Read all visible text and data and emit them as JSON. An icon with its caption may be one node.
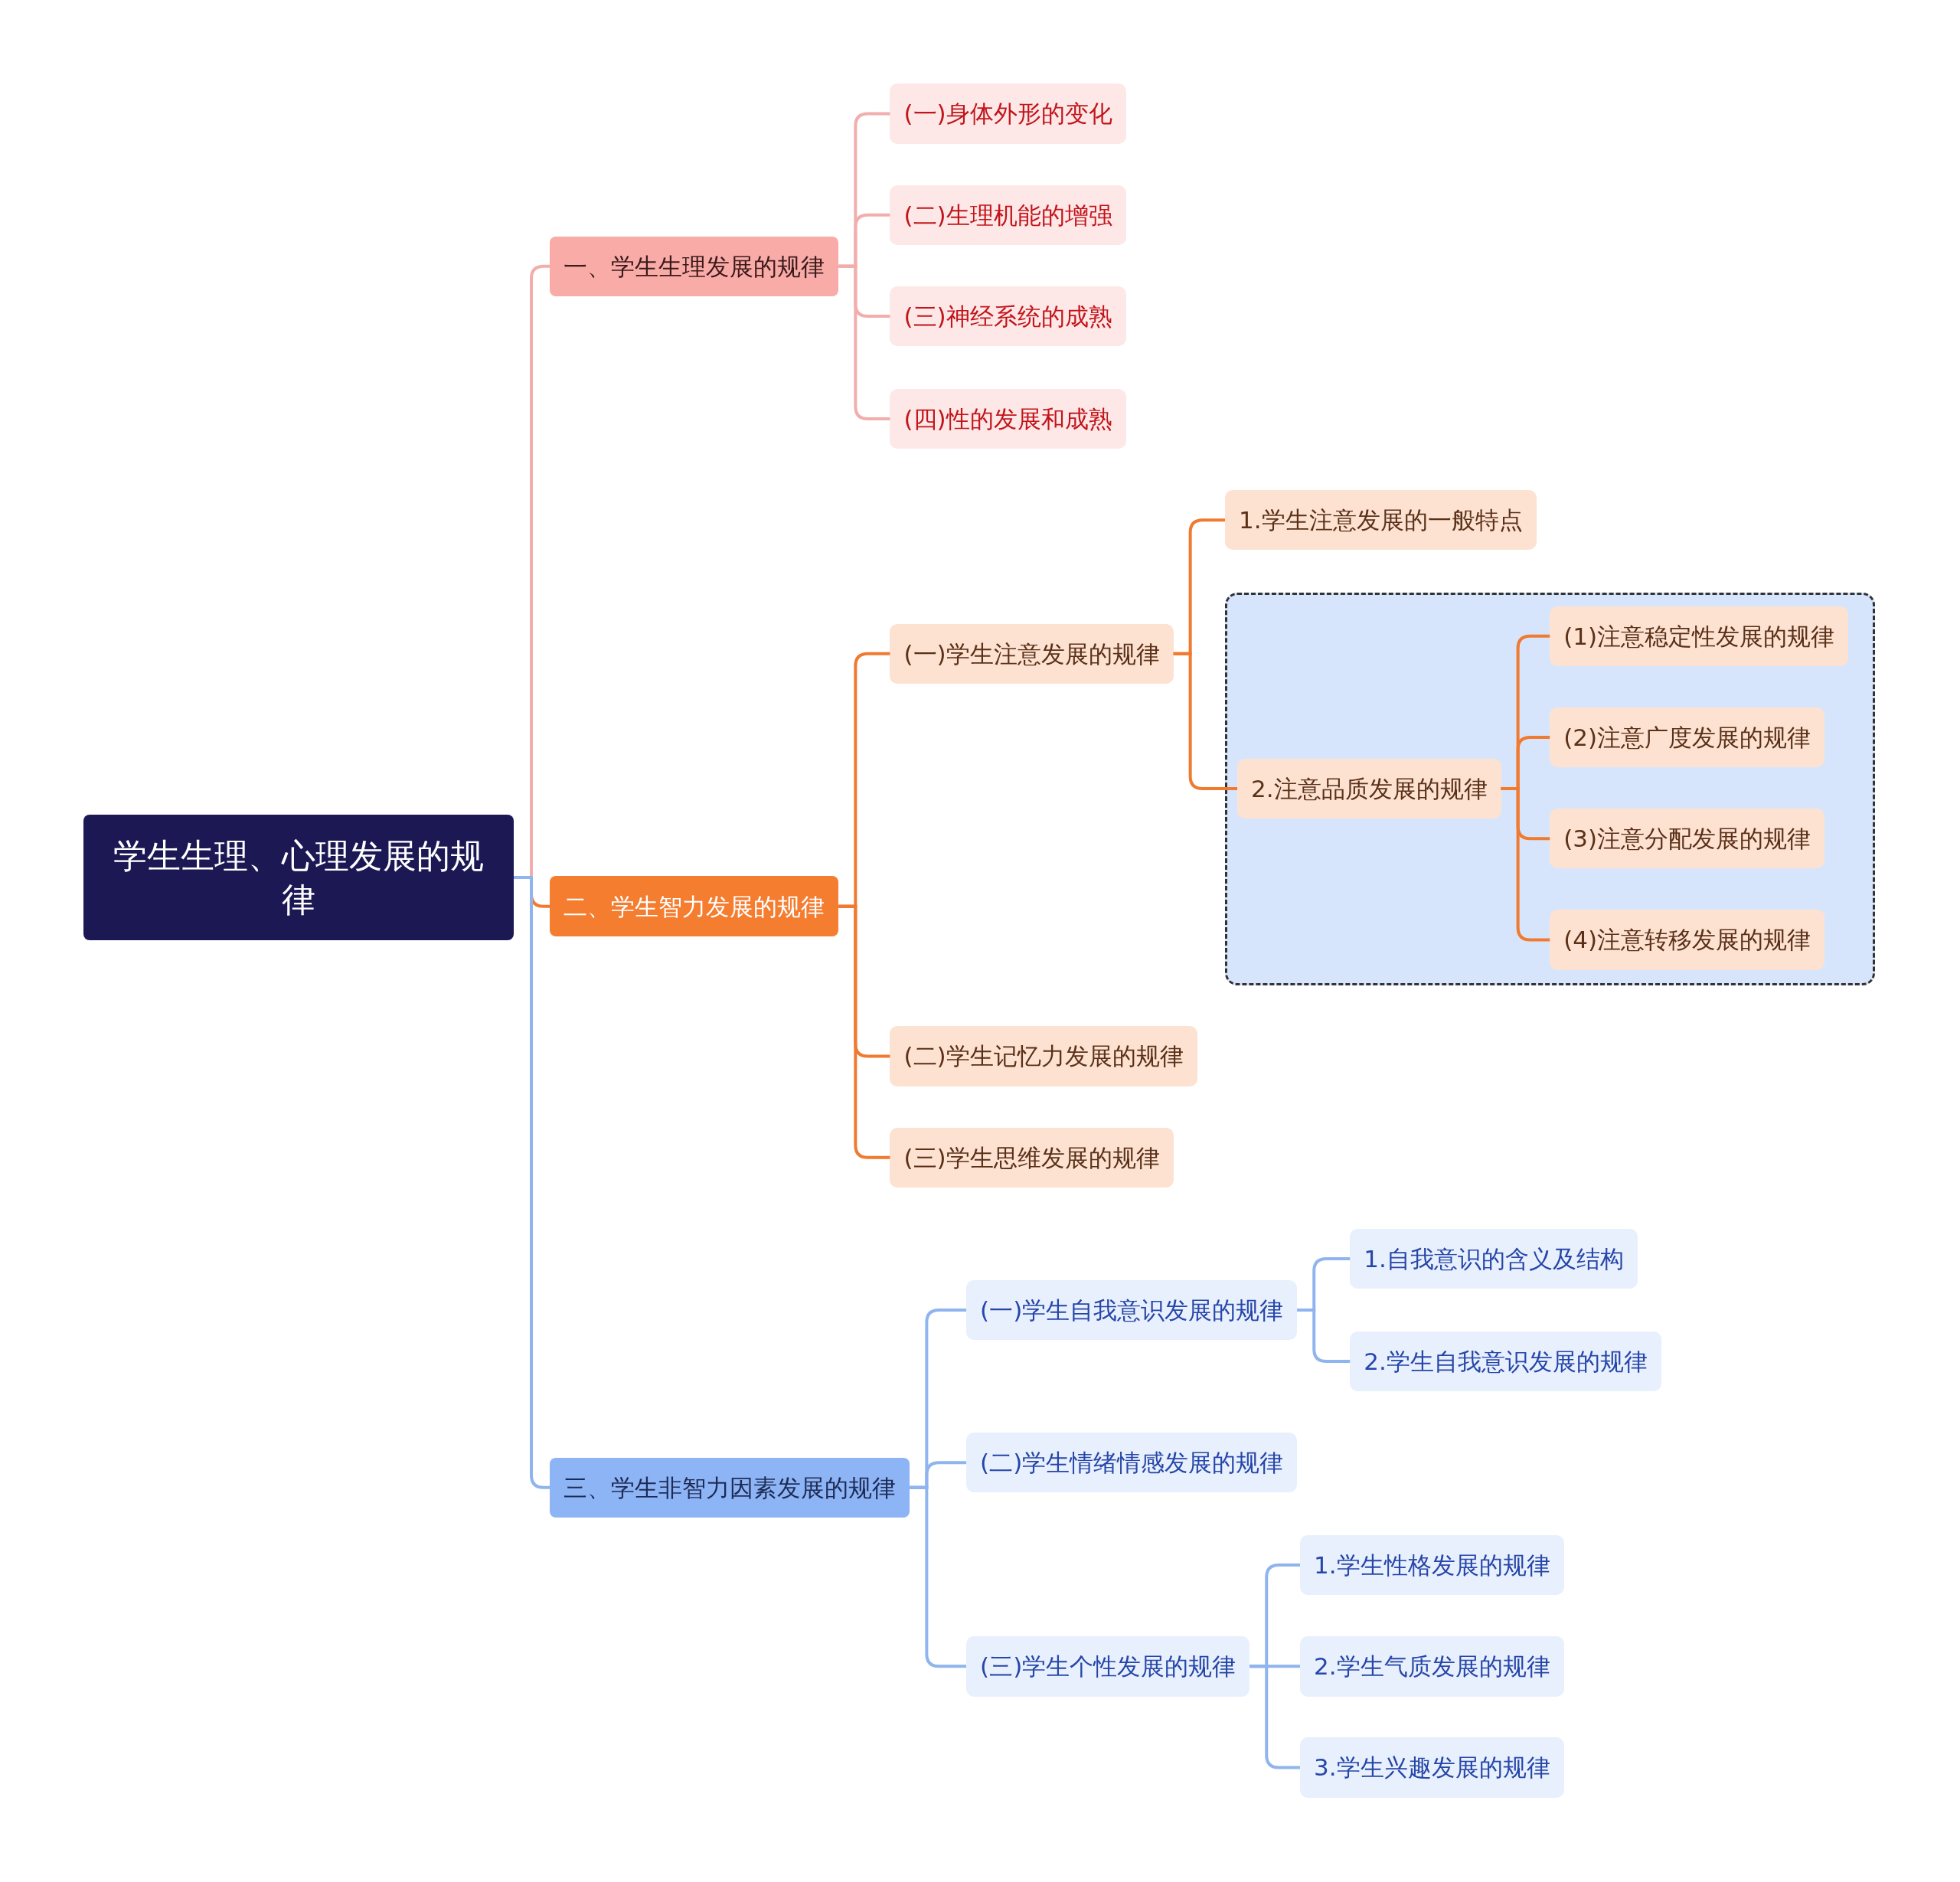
{
  "diagram": {
    "nodes": [
      {
        "text": [
          "学生生理、心理发展的规律"
        ]
      },
      {
        "text": [
          "一、学生生理发展的规律"
        ]
      },
      {
        "text": [
          "(一)身体外形的变化"
        ]
      },
      {
        "text": [
          "(二)生理机能的增强"
        ]
      },
      {
        "text": [
          "(三)神经系统的成熟"
        ]
      },
      {
        "text": [
          "(四)性的发展和成熟"
        ]
      },
      {
        "text": [
          "二、学生智力发展的规律"
        ]
      },
      {
        "text": [
          "(一)学生注意发展的规律"
        ]
      },
      {
        "text": [
          "1.学生注意发展的一般特点"
        ]
      },
      {
        "text": [],
        "shape": "box"
      },
      {
        "text": [
          "2.注意品质发展的规律"
        ],
        "in": 9
      },
      {
        "text": [
          "(1)注意稳定性发展的规律"
        ],
        "in": 9
      },
      {
        "text": [
          "(2)注意广度发展的规律"
        ],
        "in": 9
      },
      {
        "text": [
          "(3)注意分配发展的规律"
        ],
        "in": 9
      },
      {
        "text": [
          "(4)注意转移发展的规律"
        ],
        "in": 9
      },
      {
        "text": [
          "(二)学生记忆力发展的规律"
        ]
      },
      {
        "text": [
          "(三)学生思维发展的规律"
        ]
      },
      {
        "text": [
          "三、学生非智力因素发展的规律"
        ]
      },
      {
        "text": [
          "(一)学生自我意识发展的规律"
        ]
      },
      {
        "text": [
          "1.自我意识的含义及结构"
        ]
      },
      {
        "text": [
          "2.学生自我意识发展的规律"
        ]
      },
      {
        "text": [
          "(二)学生情绪情感发展的规律"
        ]
      },
      {
        "text": [
          "(三)学生个性发展的规律"
        ]
      },
      {
        "text": [
          "1.学生性格发展的规律"
        ]
      },
      {
        "text": [
          "2.学生气质发展的规律"
        ]
      },
      {
        "text": [
          "3.学生兴趣发展的规律"
        ]
      }
    ],
    "edges": [
      {
        "from": 0,
        "to": 1,
        "arrow": "none",
        "color": "#f2aeac"
      },
      {
        "from": 1,
        "to": 2,
        "arrow": "none",
        "color": "#f2aeac"
      },
      {
        "from": 1,
        "to": 3,
        "arrow": "none",
        "color": "#f2aeac"
      },
      {
        "from": 1,
        "to": 4,
        "arrow": "none",
        "color": "#f2aeac"
      },
      {
        "from": 1,
        "to": 5,
        "arrow": "none",
        "color": "#f2aeac"
      },
      {
        "from": 0,
        "to": 6,
        "arrow": "none"
      },
      {
        "from": 6,
        "to": 7,
        "arrow": "none"
      },
      {
        "from": 7,
        "to": 8,
        "arrow": "none"
      },
      {
        "from": 7,
        "to": 10,
        "arrow": "none"
      },
      {
        "from": 10,
        "to": 11,
        "arrow": "none"
      },
      {
        "from": 10,
        "to": 12,
        "arrow": "none"
      },
      {
        "from": 10,
        "to": 13,
        "arrow": "none"
      },
      {
        "from": 10,
        "to": 14,
        "arrow": "none"
      },
      {
        "from": 6,
        "to": 15,
        "arrow": "none"
      },
      {
        "from": 6,
        "to": 16,
        "arrow": "none"
      },
      {
        "from": 0,
        "to": 17,
        "arrow": "none",
        "color": "#8fb4ee"
      },
      {
        "from": 17,
        "to": 18,
        "arrow": "none",
        "color": "#8fb4ee"
      },
      {
        "from": 18,
        "to": 19,
        "arrow": "none",
        "color": "#8fb4ee"
      },
      {
        "from": 18,
        "to": 20,
        "arrow": "none",
        "color": "#8fb4ee"
      },
      {
        "from": 17,
        "to": 21,
        "arrow": "none",
        "color": "#8fb4ee"
      },
      {
        "from": 17,
        "to": 22,
        "arrow": "none",
        "color": "#8fb4ee"
      },
      {
        "from": 22,
        "to": 23,
        "arrow": "none",
        "color": "#8fb4ee"
      },
      {
        "from": 22,
        "to": 24,
        "arrow": "none",
        "color": "#8fb4ee"
      },
      {
        "from": 22,
        "to": 25,
        "arrow": "none",
        "color": "#8fb4ee"
      }
    ]
  }
}
